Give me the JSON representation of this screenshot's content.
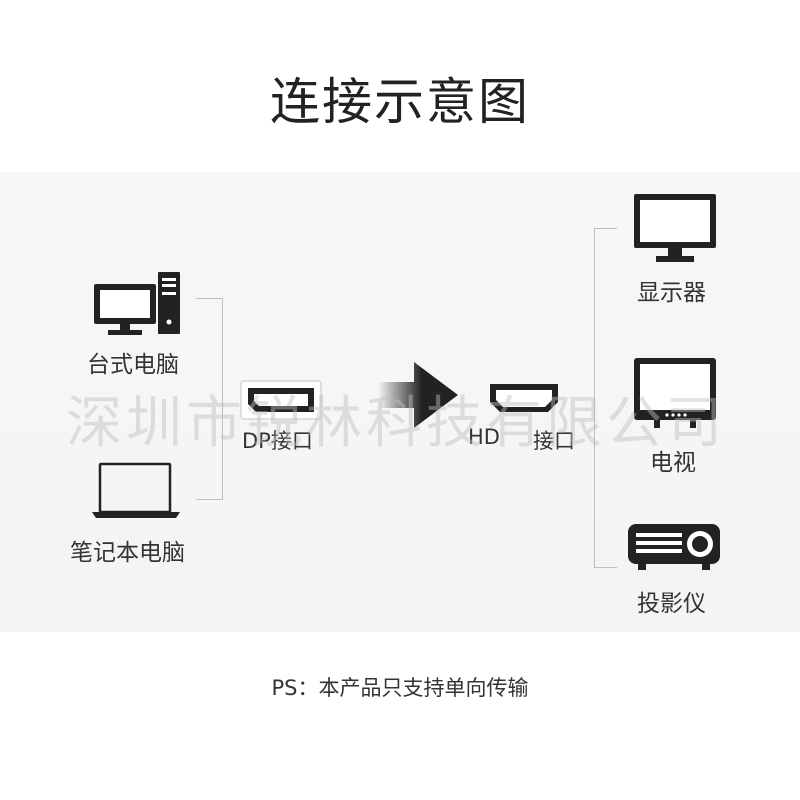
{
  "title": "连接示意图",
  "sources": {
    "desktop_label": "台式电脑",
    "laptop_label": "笔记本电脑"
  },
  "ports": {
    "dp_label": "DP接口",
    "hdmi_prefix": "HD",
    "hdmi_suffix": "接口"
  },
  "targets": {
    "monitor_label": "显示器",
    "tv_label": "电视",
    "projector_label": "投影仪"
  },
  "watermark": "深圳市锐林科技有限公司",
  "footnote": "PS：本产品只支持单向传输",
  "colors": {
    "icon": "#222222",
    "bracket": "#bfbfbf",
    "panel": "#f5f5f5"
  }
}
